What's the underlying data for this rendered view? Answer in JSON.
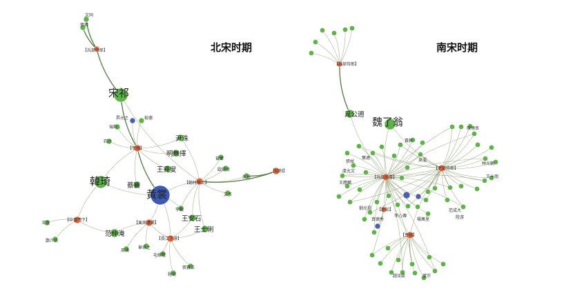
{
  "colors": {
    "person": "#5cb346",
    "hub": "#e8673a",
    "central": "#3d5bb5",
    "small_blue": "#4a5fb0",
    "edge": "#8a9a6a"
  },
  "panels": {
    "left": {
      "title": "北宋时期",
      "labels": {
        "wenyan": "文同",
        "zhangwei": "張瑋",
        "hub_top": "【兵部侍郎】",
        "songqi": "宋祁",
        "jiancheng": "昇元之",
        "yuzhi": "裕德",
        "ruijun": "瑞鈞",
        "shilu": "石介",
        "hub_mid": "【宰相】",
        "yinzhu": "尹洙",
        "mingwuze": "明無擇",
        "wangyisou": "王堯叟",
        "hanqi": "韓琦",
        "caixiang": "蔡襄",
        "huangchang": "黃裳",
        "hub_right1": "【翰林學士】",
        "hub_far_right": "【知制】",
        "ouyang": "歐陽修",
        "zeng": "曾鞏",
        "zhu": "朱熹",
        "wen": "文彥",
        "hub_left": "【中書門下】",
        "wangcheng": "王澄",
        "zhengjieshi": "鄭介氏",
        "fanzhongyan": "范仲淹",
        "hub_dong": "【東南漕運】",
        "lixun": "李覲",
        "wanganshi": "王安石",
        "wangshipin": "王士俐",
        "zhangyuezhi": "章得之",
        "zhouhuan": "周渙",
        "maochen": "毛維瞻",
        "hub_bottom": "【長江下游】",
        "zhangbaoyu": "張寶玉",
        "chengqi": "程琦"
      }
    },
    "right": {
      "title": "南宋时期",
      "labels": {
        "hub_top": "【兵部侍郎】",
        "chaogongwu": "晁公遡",
        "weiliaoweng": "魏了翁",
        "hub_left": "【兵部尚書】",
        "hub_right": "【吏部侍郎】",
        "hub_bottom": "【宰相】",
        "hub_small": "【參知】",
        "t1": "張栻",
        "t2": "虞允文",
        "t3": "王應麟",
        "t4": "葉適",
        "t5": "劉光祖",
        "t6": "真德秀",
        "t7": "李心傳",
        "t8": "楊萬里",
        "t9": "范成大",
        "t10": "陸游",
        "t11": "林光朝",
        "t12": "王十朋",
        "t13": "陳傅良",
        "t14": "黃幹",
        "t15": "吳潛",
        "t16": "趙汝談",
        "t17": "度宗"
      }
    }
  }
}
